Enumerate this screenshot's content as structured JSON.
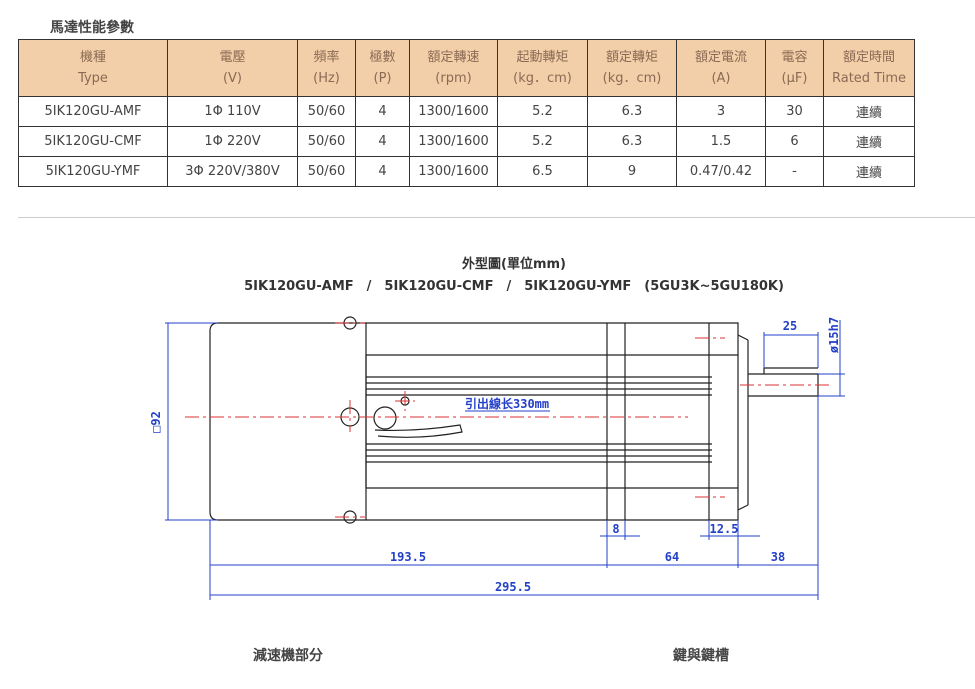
{
  "section_title": "馬達性能參數",
  "spec_table": {
    "headers": [
      {
        "zh": "機種",
        "sub": "Type"
      },
      {
        "zh": "電壓",
        "sub": "(V)"
      },
      {
        "zh": "頻率",
        "sub": "(Hz)"
      },
      {
        "zh": "極數",
        "sub": "(P)"
      },
      {
        "zh": "額定轉速",
        "sub": "(rpm)"
      },
      {
        "zh": "起動轉矩",
        "sub": "(kg．cm)"
      },
      {
        "zh": "額定轉矩",
        "sub": "(kg．cm)"
      },
      {
        "zh": "額定電流",
        "sub": "(A)"
      },
      {
        "zh": "電容",
        "sub": "(μF)"
      },
      {
        "zh": "額定時間",
        "sub": "Rated Time"
      }
    ],
    "rows": [
      [
        "5IK120GU-AMF",
        "1Φ 110V",
        "50/60",
        "4",
        "1300/1600",
        "5.2",
        "6.3",
        "3",
        "30",
        "連續"
      ],
      [
        "5IK120GU-CMF",
        "1Φ 220V",
        "50/60",
        "4",
        "1300/1600",
        "5.2",
        "6.3",
        "1.5",
        "6",
        "連續"
      ],
      [
        "5IK120GU-YMF",
        "3Φ 220V/380V",
        "50/60",
        "4",
        "1300/1600",
        "6.5",
        "9",
        "0.47/0.42",
        "-",
        "連續"
      ]
    ]
  },
  "drawing": {
    "title": "外型圖(單位mm)",
    "models_line": "5IK120GU-AMF　/　5IK120GU-CMF　/　5IK120GU-YMF　(5GU3K~5GU180K)",
    "lead_label": "引出線长330mm",
    "dims": {
      "square": "□92",
      "shaft_dia": "ø15h7",
      "key_len": "25",
      "d8": "8",
      "d12_5": "12.5",
      "d193_5": "193.5",
      "d64": "64",
      "d38": "38",
      "d295_5": "295.5"
    }
  },
  "bottom_labels": {
    "left": "減速機部分",
    "right": "鍵與鍵槽"
  }
}
